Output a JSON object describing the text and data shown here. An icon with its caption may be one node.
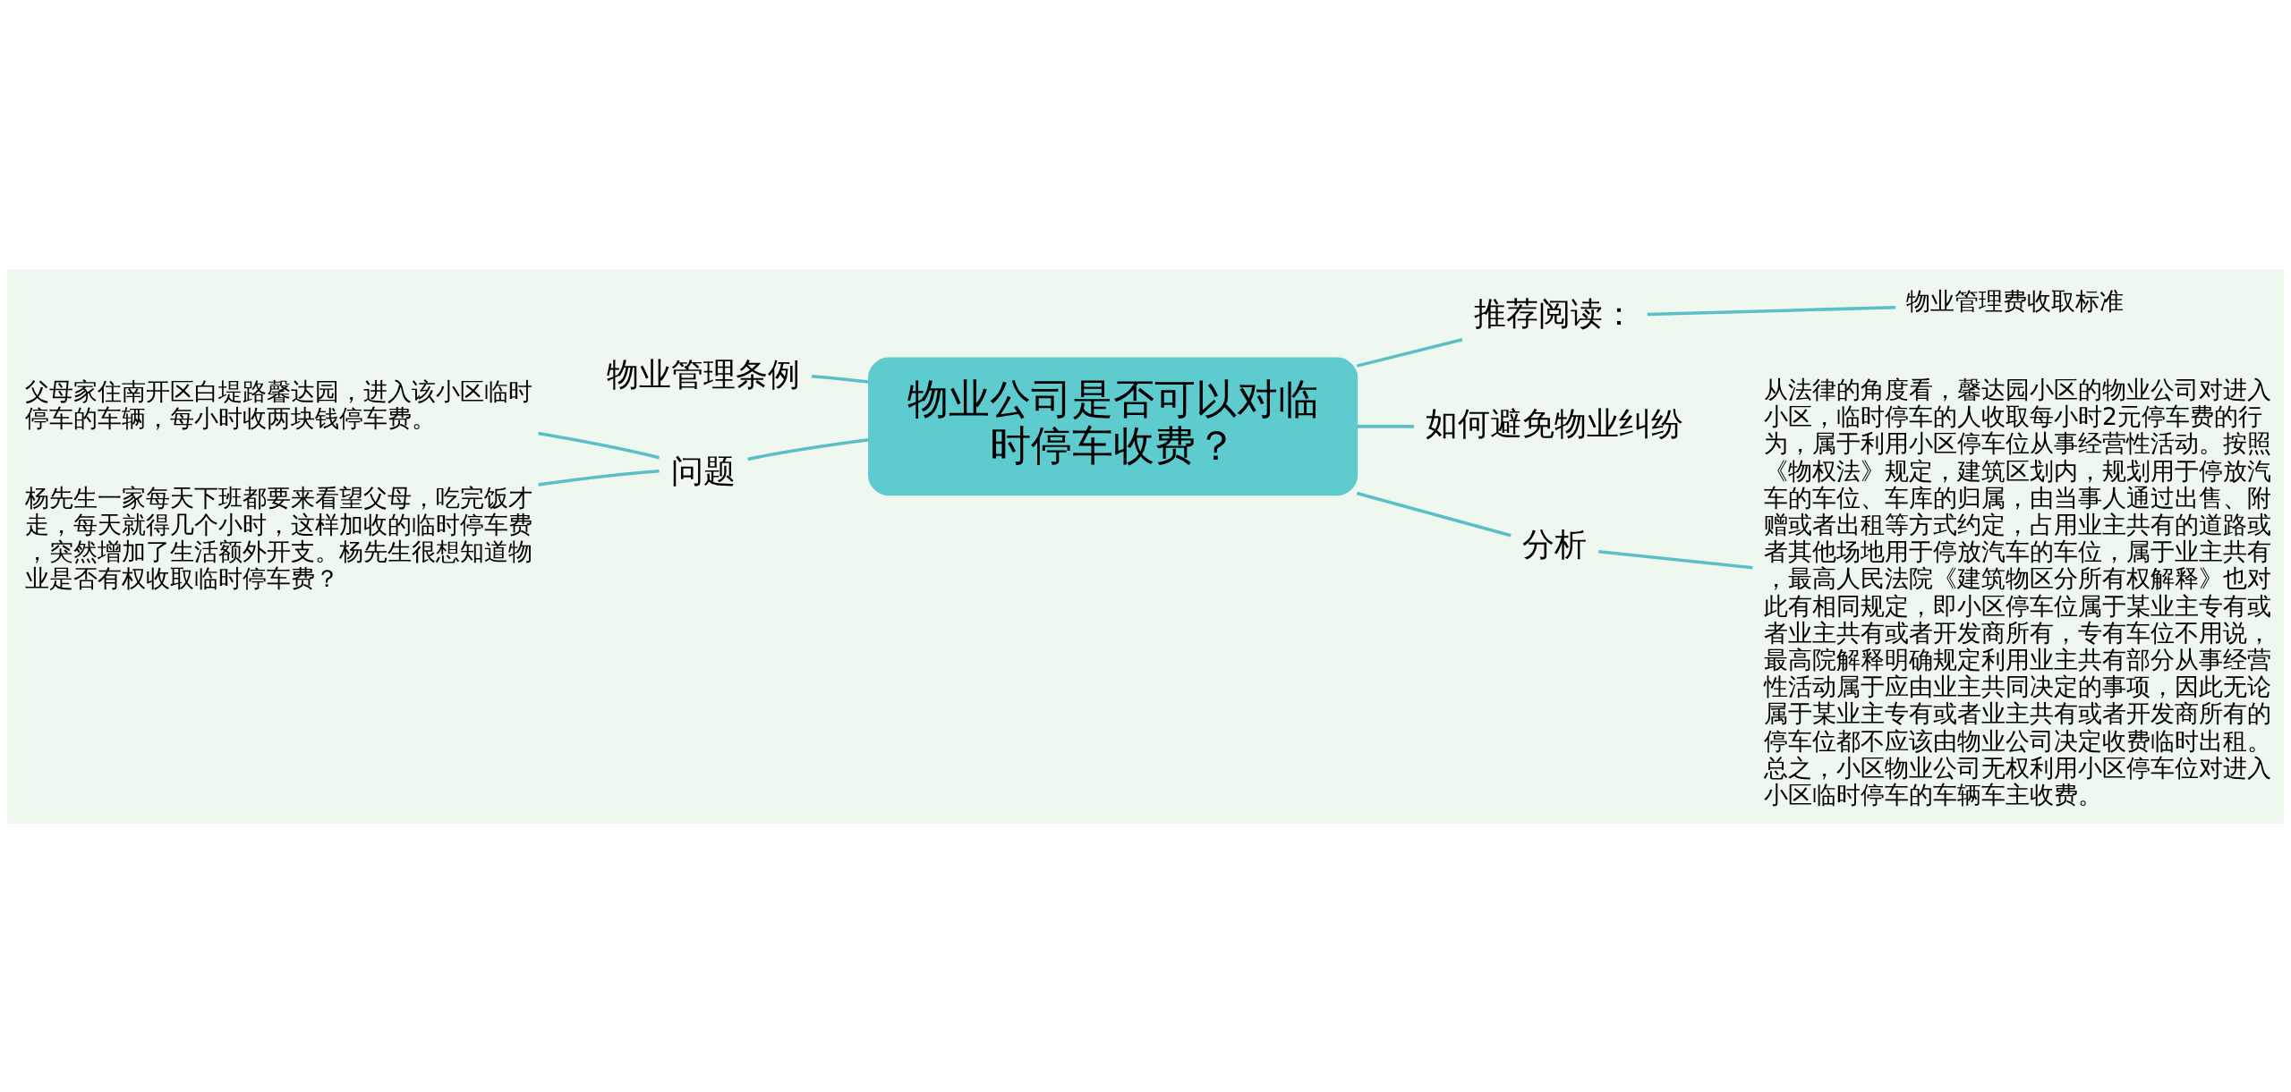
{
  "diagram": {
    "nodes": [
      {
        "text": [
          "物业公司是否可以对临时停车收费？"
        ]
      },
      {
        "text": [
          "物业管理条例"
        ]
      },
      {
        "text": [
          "问题"
        ]
      },
      {
        "text": [
          "父母家住南开区白堤路馨达园，进入该小区临时停车的车辆，每小时收两块钱停车费。"
        ]
      },
      {
        "text": [
          "杨先生一家每天下班都要来看望父母，吃完饭才走，每天就得几个小时，这样加收的临时停车费，突然增加了生活额外开支。杨先生很想知道物业是否有权收取临时停车费？"
        ]
      },
      {
        "text": [
          "推荐阅读："
        ]
      },
      {
        "text": [
          "物业管理费收取标准"
        ]
      },
      {
        "text": [
          "如何避免物业纠纷"
        ]
      },
      {
        "text": [
          "分析"
        ]
      },
      {
        "text": [
          "从法律的角度看，馨达园小区的物业公司对进入小区，临时停车的人收取每小时2元停车费的行为，属于利用小区停车位从事经营性活动。按照《物权法》规定，建筑区划内，规划用于停放汽车的车位、车库的归属，由当事人通过出售、附赠或者出租等方式约定，占用业主共有的道路或者其他场地用于停放汽车的车位，属于业主共有，最高人民法院《建筑物区分所有权解释》也对此有相同规定，即小区停车位属于某业主专有或者业主共有或者开发商所有，专有车位不用说，最高院解释明确规定利用业主共有部分从事经营性活动属于应由业主共同决定的事项，因此无论属于某业主专有或者业主共有或者开发商所有的停车位都不应该由物业公司决定收费临时出租。总之，小区物业公司无权利用小区停车位对进入小区临时停车的车辆车主收费。"
        ]
      }
    ],
    "edges": [
      {
        "from": 0,
        "to": 1,
        "arrow": "none"
      },
      {
        "from": 0,
        "to": 2,
        "arrow": "none"
      },
      {
        "from": 2,
        "to": 3,
        "arrow": "none"
      },
      {
        "from": 2,
        "to": 4,
        "arrow": "none"
      },
      {
        "from": 0,
        "to": 5,
        "arrow": "none"
      },
      {
        "from": 5,
        "to": 6,
        "arrow": "none"
      },
      {
        "from": 0,
        "to": 7,
        "arrow": "none"
      },
      {
        "from": 0,
        "to": 8,
        "arrow": "none"
      },
      {
        "from": 8,
        "to": 9,
        "arrow": "none"
      }
    ]
  }
}
